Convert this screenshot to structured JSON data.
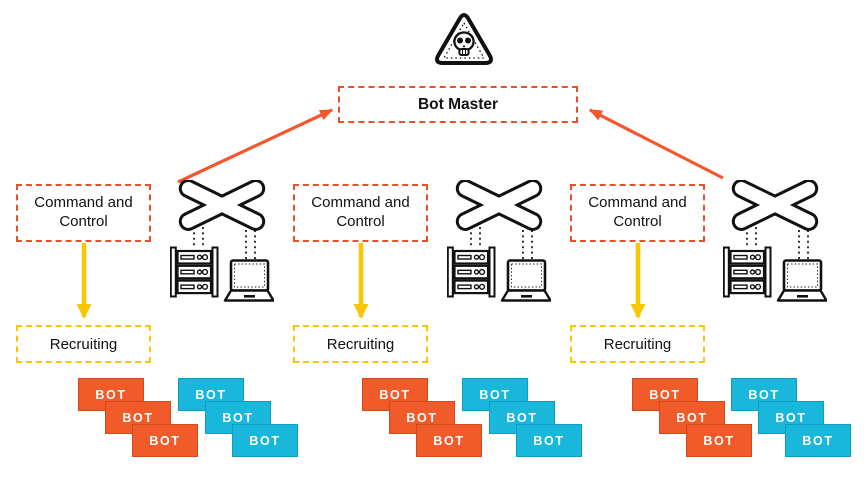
{
  "diagram": {
    "type": "botnet-architecture-diagram",
    "hazard": {
      "icon": "skull-warning-triangle-icon"
    },
    "bot_master": {
      "label": "Bot Master"
    },
    "columns": [
      {
        "command_control": "Command and Control",
        "recruiting": "Recruiting",
        "orange_bots": [
          "BOT",
          "BOT",
          "BOT"
        ],
        "cyan_bots": [
          "BOT",
          "BOT",
          "BOT"
        ]
      },
      {
        "command_control": "Command and Control",
        "recruiting": "Recruiting",
        "orange_bots": [
          "BOT",
          "BOT",
          "BOT"
        ],
        "cyan_bots": [
          "BOT",
          "BOT",
          "BOT"
        ]
      },
      {
        "command_control": "Command and Control",
        "recruiting": "Recruiting",
        "orange_bots": [
          "BOT",
          "BOT",
          "BOT"
        ],
        "cyan_bots": [
          "BOT",
          "BOT",
          "BOT"
        ]
      }
    ],
    "icons": [
      "network-switch-icon",
      "server-rack-icon",
      "laptop-icon"
    ],
    "colors": {
      "dashed_red": "#e8502a",
      "arrow_orange": "#f4572b",
      "dashed_yellow": "#f9c606",
      "arrow_yellow": "#f9c606",
      "bot_orange": "#f15a29",
      "bot_cyan": "#18b7db",
      "outline_black": "#111111"
    }
  }
}
